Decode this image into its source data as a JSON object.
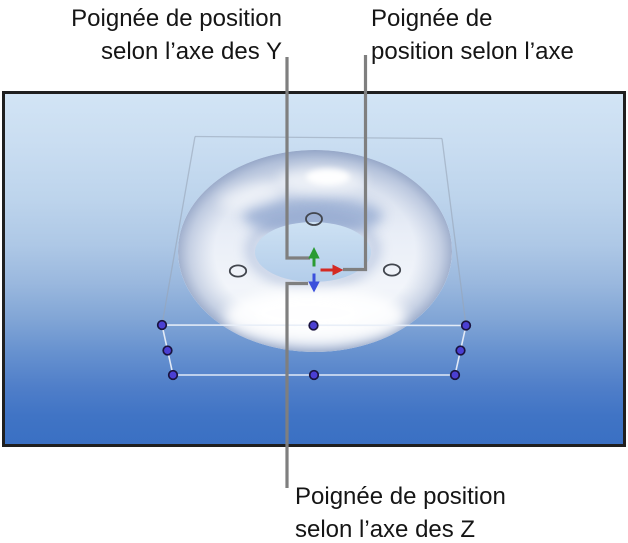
{
  "callouts": {
    "y_axis": {
      "line1": "Poignée de position",
      "line2": "selon l’axe des Y"
    },
    "x_axis": {
      "line1": "Poignée de",
      "line2": "position selon l’axe"
    },
    "z_axis": {
      "line1": "Poignée de position",
      "line2": "selon l’axe des Z"
    }
  },
  "colors": {
    "axis_y_green": "#2a9b33",
    "axis_x_red": "#d42a24",
    "axis_z_blue": "#3b50dc",
    "selection_handle_purple": "#4b3fd3",
    "handle_outline": "#1a1340",
    "scale_handle_outline": "#42464e",
    "leader_line_gray": "#7f7f7f",
    "canvas_gradient_top": "#d2e4f5",
    "canvas_gradient_bottom": "#3a70c3"
  }
}
